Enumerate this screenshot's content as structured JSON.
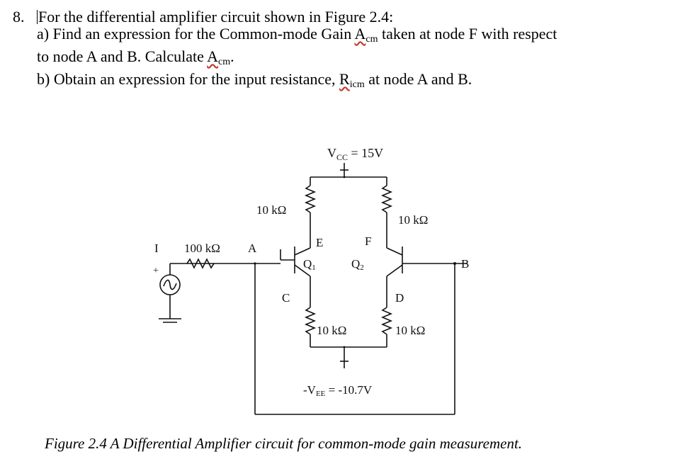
{
  "question": {
    "number": "8.",
    "intro": "For the differential amplifier circuit shown in Figure 2.4:",
    "part_a_line1_pre": "a) Find an expression for the Common-mode Gain ",
    "part_a_symbol": "A",
    "part_a_symbol_sub": "cm",
    "part_a_line1_post": " taken at node F with respect",
    "part_a_line2_pre": "to node A and B. Calculate ",
    "part_a_line2_post": ".",
    "part_b_pre": "b) Obtain an expression for the input resistance, ",
    "part_b_symbol": "R",
    "part_b_symbol_sub": "icm",
    "part_b_post": " at node A and B."
  },
  "figure": {
    "vcc_label": "V",
    "vcc_sub": "CC",
    "vcc_value": " = 15V",
    "vee_label": "-V",
    "vee_sub": "EE",
    "vee_value": " = -10.7V",
    "r_left_top": "10 kΩ",
    "r_right_top": "10 kΩ",
    "r_left_bottom": "10 kΩ",
    "r_right_bottom": "10 kΩ",
    "r_input": "100 kΩ",
    "node_i": "I",
    "node_a": "A",
    "node_b": "B",
    "node_c": "C",
    "node_d": "D",
    "node_e": "E",
    "node_f": "F",
    "q1": "Q",
    "q1_sub": "1",
    "q2": "Q",
    "q2_sub": "2",
    "source_plus": "+"
  },
  "caption": "Figure 2.4 A Differential Amplifier circuit for common-mode gain measurement."
}
